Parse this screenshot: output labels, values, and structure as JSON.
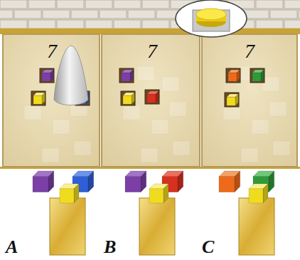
{
  "diagram": {
    "nodes": [
      {
        "text": [
          "7"
        ]
      },
      {
        "text": [
          "7"
        ]
      },
      {
        "text": [
          "7"
        ]
      }
    ],
    "labels": [
      "A",
      "B",
      "C"
    ]
  }
}
